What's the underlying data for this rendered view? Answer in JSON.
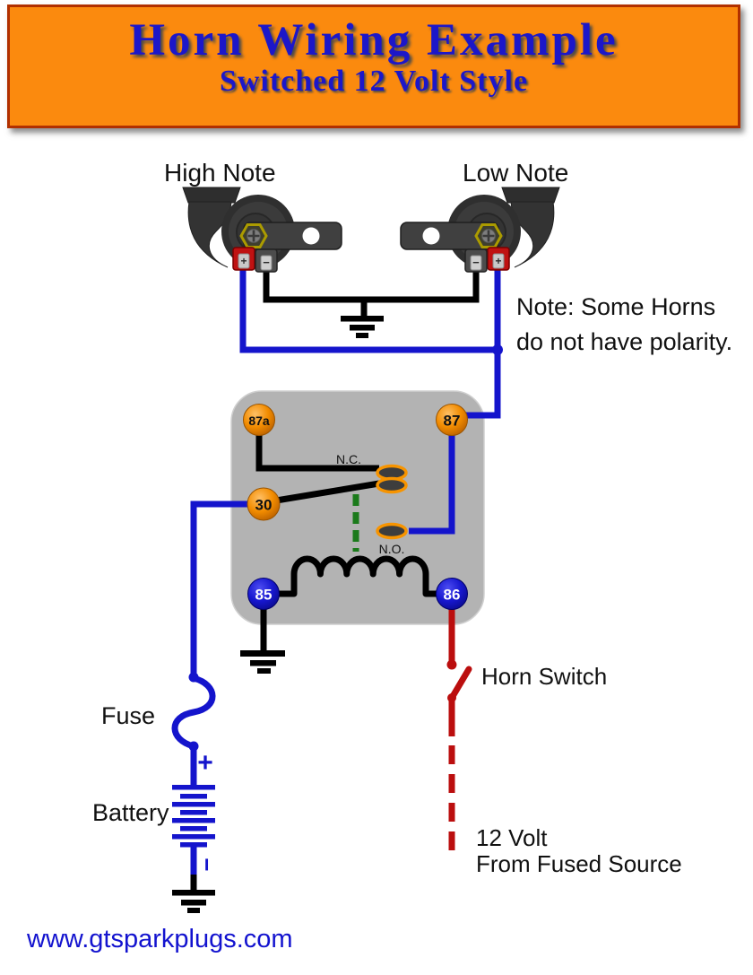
{
  "banner": {
    "title": "Horn Wiring Example",
    "subtitle": "Switched 12 Volt Style",
    "bg_color": "#fb8a0e",
    "border_color": "#b13000",
    "text_color": "#1c17c9"
  },
  "horns": {
    "high_label": "High Note",
    "low_label": "Low Note",
    "terminal_plus": "+",
    "terminal_minus": "−"
  },
  "note": {
    "line1": "Note: Some Horns",
    "line2": "do not have polarity."
  },
  "relay": {
    "terminals": [
      {
        "label": "87a"
      },
      {
        "label": "87"
      },
      {
        "label": "30"
      },
      {
        "label": "85"
      },
      {
        "label": "86"
      }
    ],
    "nc_label": "N.C.",
    "no_label": "N.O.",
    "body_color": "#b3b3b3",
    "power_terminal_color": "#f28c00",
    "coil_terminal_color": "#1717cf"
  },
  "labels": {
    "fuse": "Fuse",
    "battery": "Battery",
    "battery_plus": "+",
    "battery_minus": "−",
    "horn_switch": "Horn Switch",
    "source_line1": "12 Volt",
    "source_line2": "From Fused Source"
  },
  "footer": {
    "website": "www.gtsparkplugs.com"
  },
  "colors": {
    "wire_positive": "#1414cc",
    "wire_ground": "#000000",
    "wire_switched": "#bb0e0e",
    "actuator_dash": "#1b7a1b"
  }
}
